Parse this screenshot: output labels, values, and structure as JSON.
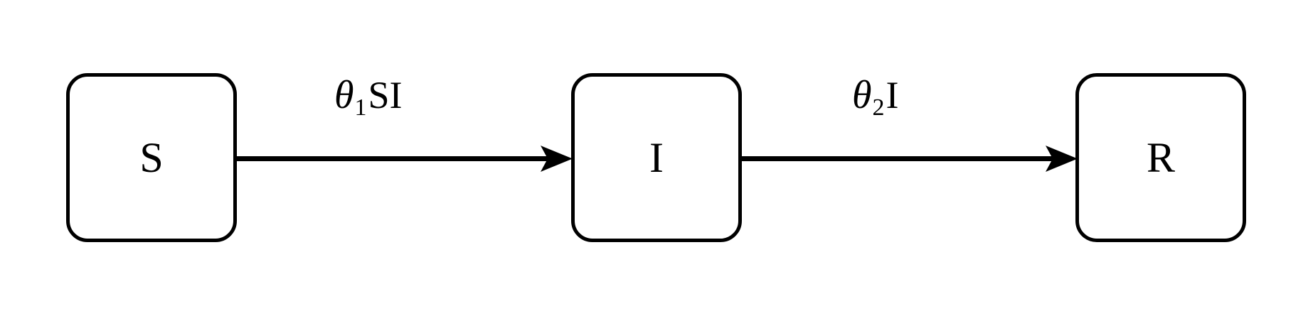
{
  "diagram": {
    "type": "compartmental-flow-diagram",
    "model_name": "SIR",
    "background_color": "#ffffff",
    "stroke_color": "#000000",
    "nodes": [
      {
        "id": "S",
        "label": "S",
        "name": "susceptible-compartment"
      },
      {
        "id": "I",
        "label": "I",
        "name": "infected-compartment"
      },
      {
        "id": "R",
        "label": "R",
        "name": "recovered-compartment"
      }
    ],
    "edges": [
      {
        "id": "S-to-I",
        "from": "S",
        "to": "I",
        "rate_symbol": "θ",
        "rate_subscript": "1",
        "rate_operand": "SI",
        "rate_label": "θ1SI"
      },
      {
        "id": "I-to-R",
        "from": "I",
        "to": "R",
        "rate_symbol": "θ",
        "rate_subscript": "2",
        "rate_operand": "I",
        "rate_label": "θ2I"
      }
    ]
  }
}
